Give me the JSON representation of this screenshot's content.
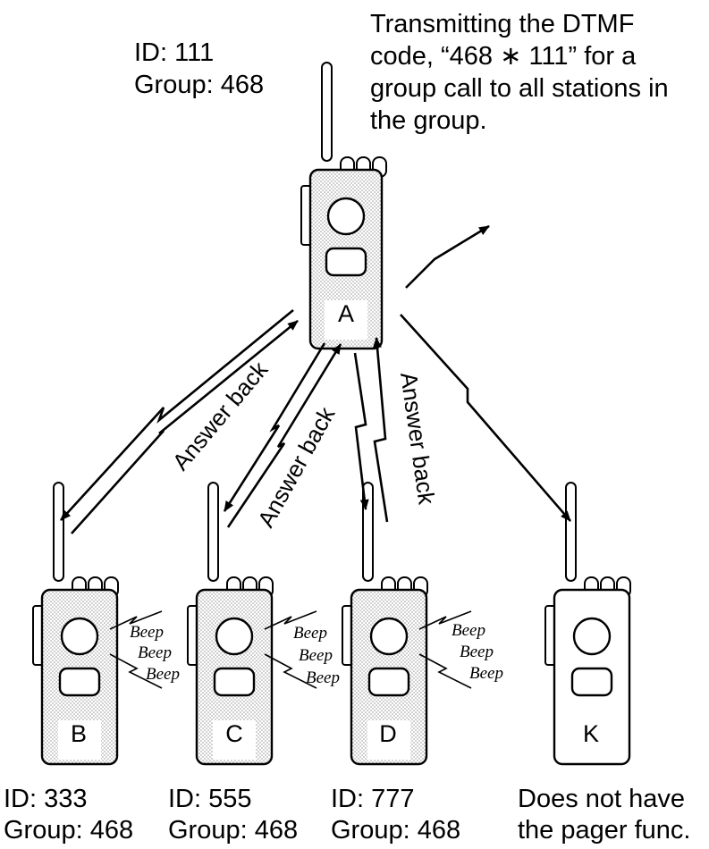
{
  "caption_lines": [
    "Transmitting  the  DTMF",
    "code, “468 ∗ 111” for a",
    "group call to all stations in",
    "the group."
  ],
  "stations": [
    {
      "letter": "A",
      "id": "ID: 111",
      "group": "Group: 468",
      "pager": true,
      "beeps": []
    },
    {
      "letter": "B",
      "id": "ID: 333",
      "group": "Group: 468",
      "pager": true,
      "beeps": [
        "Beep",
        "Beep",
        "Beep"
      ]
    },
    {
      "letter": "C",
      "id": "ID: 555",
      "group": "Group: 468",
      "pager": true,
      "beeps": [
        "Beep",
        "Beep",
        "Beep"
      ]
    },
    {
      "letter": "D",
      "id": "ID: 777",
      "group": "Group: 468",
      "pager": true,
      "beeps": [
        "Beep",
        "Beep",
        "Beep"
      ]
    },
    {
      "letter": "K",
      "line1": "Does not have",
      "line2": "the pager func.",
      "pager": false,
      "beeps": []
    }
  ],
  "answer_back_label": "Answer back",
  "colors": {
    "ink": "#000000",
    "radio_fill_stippled": "#e4e4e4",
    "radio_fill_plain": "#ffffff"
  }
}
